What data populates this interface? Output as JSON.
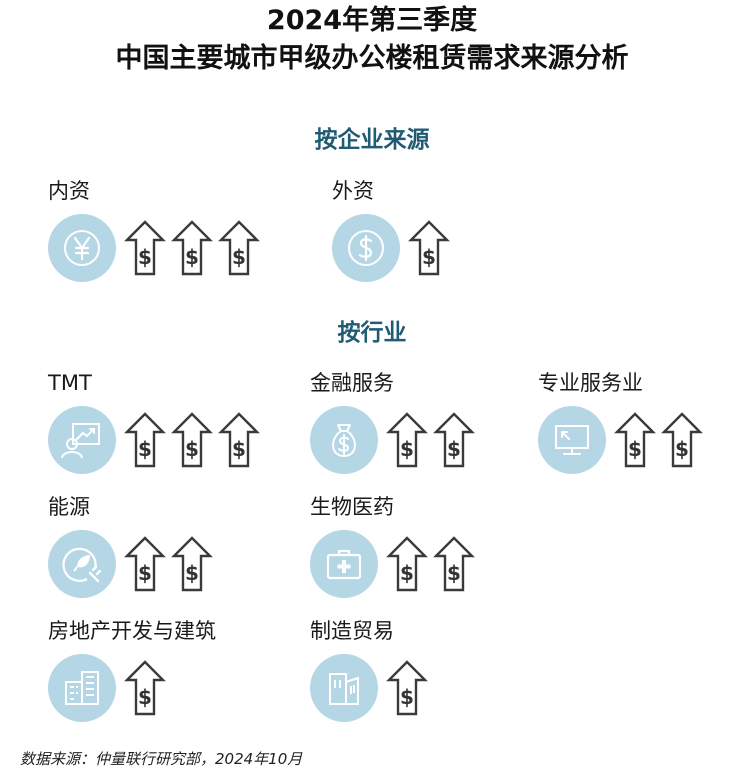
{
  "title": {
    "line1": "2024年第三季度",
    "line2": "中国主要城市甲级办公楼租赁需求来源分析"
  },
  "sections": {
    "by_enterprise": "按企业来源",
    "by_industry": "按行业"
  },
  "groups": {
    "domestic": {
      "label": "内资",
      "icon": "yen-icon",
      "arrows": 3
    },
    "foreign": {
      "label": "外资",
      "icon": "dollar-icon",
      "arrows": 1
    },
    "tmt": {
      "label": "TMT",
      "icon": "presentation-icon",
      "arrows": 3
    },
    "finance": {
      "label": "金融服务",
      "icon": "money-bag-icon",
      "arrows": 2
    },
    "professional": {
      "label": "专业服务业",
      "icon": "monitor-icon",
      "arrows": 2
    },
    "energy": {
      "label": "能源",
      "icon": "eco-plug-icon",
      "arrows": 2
    },
    "biomed": {
      "label": "生物医药",
      "icon": "medical-kit-icon",
      "arrows": 2
    },
    "real_estate": {
      "label": "房地产开发与建筑",
      "icon": "buildings-icon",
      "arrows": 1
    },
    "manufacturing": {
      "label": "制造贸易",
      "icon": "factory-icon",
      "arrows": 1
    }
  },
  "arrow_icon": "dollar-up-arrow-icon",
  "source": "数据来源：仲量联行研究部，2024年10月",
  "colors": {
    "circle": "#b5d6e4",
    "heading": "#1f5c74",
    "arrow_stroke": "#3a3a3a",
    "icon_white": "#ffffff"
  }
}
